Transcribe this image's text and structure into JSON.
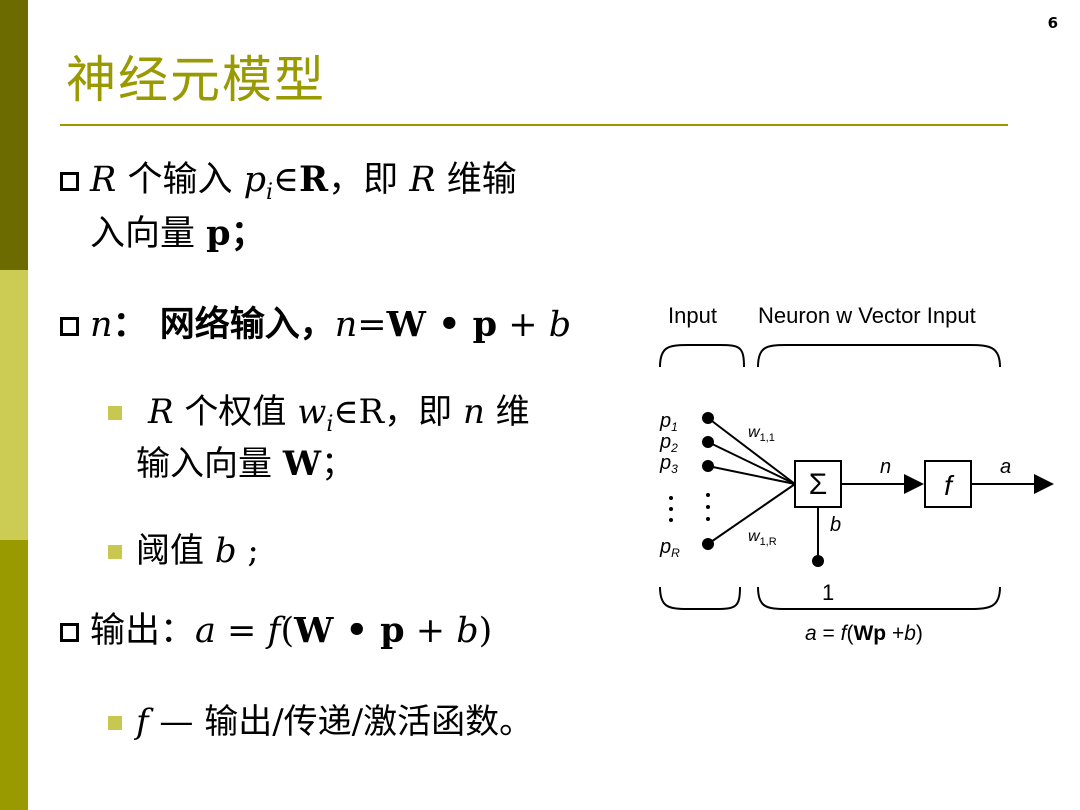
{
  "page_number": "6",
  "title": "神经元模型",
  "bullets": {
    "inputs": {
      "R": "R",
      "a": " 个输入 ",
      "p": "p",
      "i": "i",
      "in": "∈",
      "Rset": "R",
      "b": "，即 ",
      "R2": "R",
      "c": " 维输",
      "line2a": "入向量 ",
      "pvec": "p",
      "semi": "；"
    },
    "net": {
      "n": "n",
      "a": "：  网络输入，",
      "n2": "n",
      "eq": "=",
      "W": "W",
      "dot": " • ",
      "p": "p",
      "plus": " + ",
      "b": "b"
    },
    "weights": {
      "R": "R",
      "a": " 个权值 ",
      "w": "w",
      "i": "i",
      "b": "∈R，即 ",
      "n": "n",
      "c": " 维",
      "line2a": "输入向量 ",
      "W": "W",
      "semi": "；"
    },
    "bias": {
      "a": "阈值 ",
      "b": "b",
      "semi": " ;"
    },
    "output": {
      "a": "输出：",
      "av": "a",
      "eq": " = ",
      "f": "f",
      "paren": "(",
      "W": "W",
      "dot": " • ",
      "p": "p",
      "plus": " + ",
      "b": "b",
      "close": ")"
    },
    "transfer": {
      "f": "f",
      "text": " — 输出/传递/激活函数。"
    }
  },
  "diagram": {
    "label_input": "Input",
    "label_neuron": "Neuron w Vector Input",
    "inputs": [
      "p1",
      "p2",
      "p3",
      "pR"
    ],
    "weight_top": "w1,1",
    "weight_bottom": "w1,R",
    "sum_symbol": "Σ",
    "n_label": "n",
    "f_label": "f",
    "a_label": "a",
    "b_label": "b",
    "one_label": "1",
    "equation": "a = f(Wp + b)"
  }
}
